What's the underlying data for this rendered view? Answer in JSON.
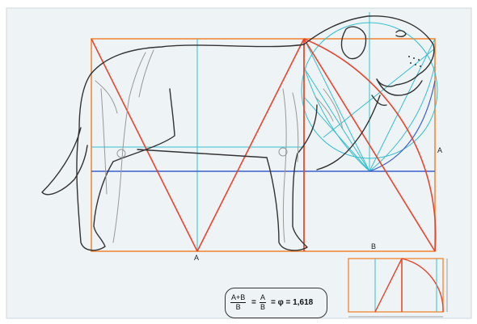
{
  "labels": {
    "a_bottom": "A",
    "a_right": "A",
    "b_bottom": "B"
  },
  "formula": {
    "frac1_num": "A+B",
    "frac1_den": "B",
    "frac2_num": "A",
    "frac2_den": "B",
    "equals": "=",
    "result": "= φ = 1,618"
  },
  "colors": {
    "paper": "#eef3f6",
    "rectangle": "#f08a3c",
    "diagonal": "#e8452e",
    "guide": "#36c0cc",
    "blue_line": "#3a5fcf",
    "outline": "#333333",
    "skeleton": "#999999"
  }
}
